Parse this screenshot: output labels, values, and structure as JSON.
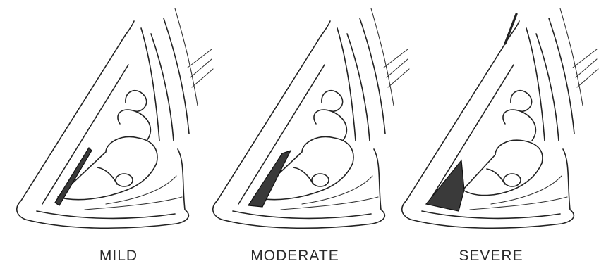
{
  "figure": {
    "panels": [
      {
        "label": "MILD",
        "shade_color": "#3a3a3a"
      },
      {
        "label": "MODERATE",
        "shade_color": "#3a3a3a"
      },
      {
        "label": "SEVERE",
        "shade_color": "#3a3a3a"
      }
    ]
  }
}
